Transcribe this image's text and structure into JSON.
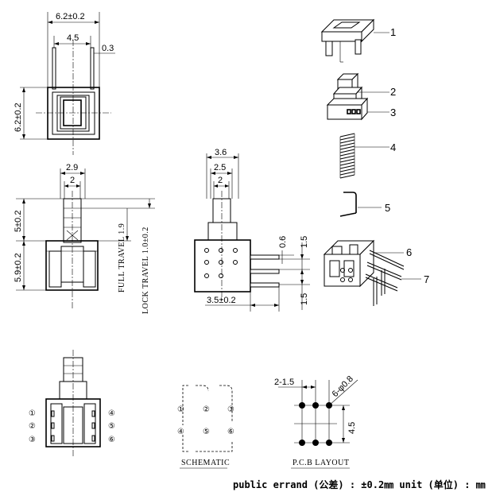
{
  "top_view": {
    "width": "6.2±0.2",
    "pin_spacing": "4.5",
    "pin_thickness": "0.3",
    "height": "6.2±0.2"
  },
  "front_view": {
    "stem_outer": "2.9",
    "stem_inner": "2",
    "stem_height": "5±0.2",
    "body_height": "5.9±0.2",
    "full_travel": "FULL TRAVEL 1.9",
    "lock_travel": "LOCK TRAVEL 1.0±0.2"
  },
  "side_view": {
    "top_outer": "3.6",
    "top_mid": "2.5",
    "top_inner": "2",
    "pin_width": "0.6",
    "pin_pitch_upper": "1.5",
    "pin_pitch_lower": "1.5",
    "pin_length": "3.5±0.2"
  },
  "parts": [
    "1",
    "2",
    "3",
    "4",
    "5",
    "6",
    "7"
  ],
  "bottom_view": {
    "pins_left": [
      "①",
      "②",
      "③"
    ],
    "pins_right": [
      "④",
      "⑤",
      "⑥"
    ]
  },
  "schematic": {
    "nodes": [
      "①",
      "②",
      "③",
      "④",
      "⑤",
      "⑥"
    ],
    "label": "SCHEMATIC"
  },
  "pcb_layout": {
    "pitch": "2-1.5",
    "holes": "6-φ0.8",
    "row_spacing": "4.5",
    "label": "P.C.B LAYOUT"
  },
  "footer": "public errand (公差) : ±0.2㎜  unit (单位) : ㎜"
}
